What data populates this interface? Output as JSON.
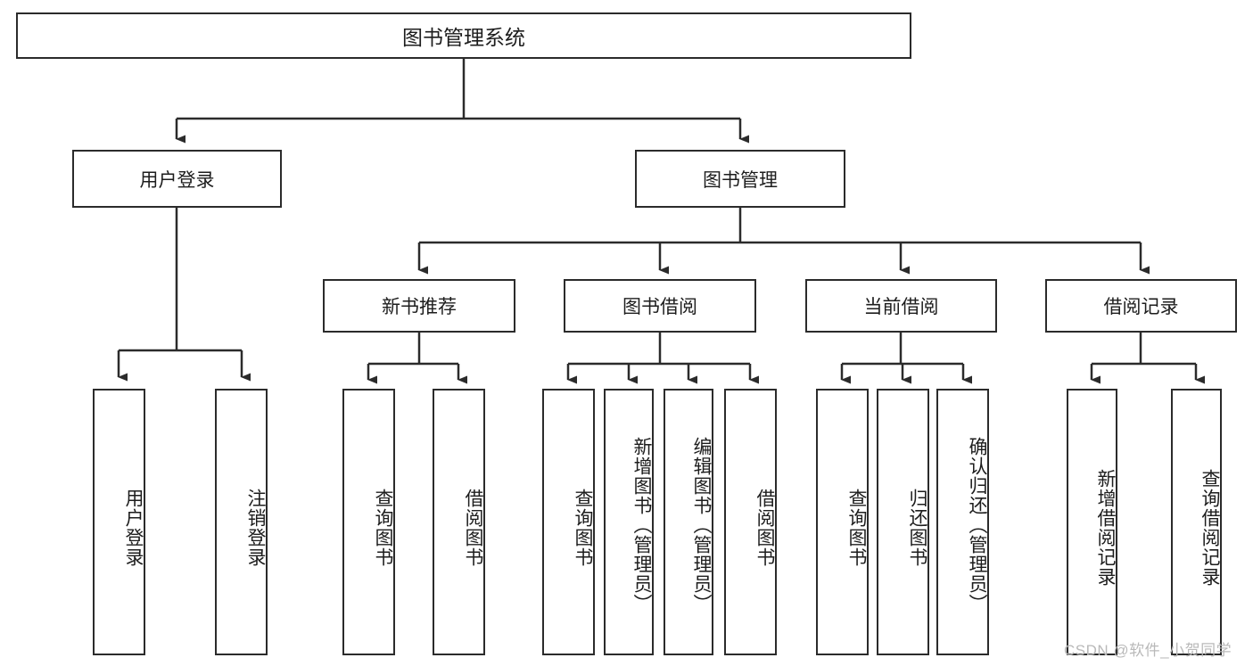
{
  "diagram": {
    "title_node": {
      "label": "图书管理系统"
    },
    "level1": [
      {
        "id": "user-login",
        "label": "用户登录"
      },
      {
        "id": "book-management",
        "label": "图书管理"
      }
    ],
    "level2": [
      {
        "id": "new-book-recommend",
        "label": "新书推荐"
      },
      {
        "id": "book-borrow",
        "label": "图书借阅"
      },
      {
        "id": "current-borrow",
        "label": "当前借阅"
      },
      {
        "id": "borrow-record",
        "label": "借阅记录"
      }
    ],
    "leaves": {
      "user_login": [
        {
          "id": "leaf-user-login",
          "label": "用户登录"
        },
        {
          "id": "leaf-logout-login",
          "label": "注销登录"
        }
      ],
      "new_book_recommend": [
        {
          "id": "leaf-query-book-1",
          "label": "查询图书"
        },
        {
          "id": "leaf-borrow-book-1",
          "label": "借阅图书"
        }
      ],
      "book_borrow": [
        {
          "id": "leaf-query-book-2",
          "label": "查询图书"
        },
        {
          "id": "leaf-add-book",
          "label": "新增图书（管理员）"
        },
        {
          "id": "leaf-edit-book",
          "label": "编辑图书（管理员）"
        },
        {
          "id": "leaf-borrow-book-2",
          "label": "借阅图书"
        }
      ],
      "current_borrow": [
        {
          "id": "leaf-query-book-3",
          "label": "查询图书"
        },
        {
          "id": "leaf-return-book",
          "label": "归还图书"
        },
        {
          "id": "leaf-confirm-return",
          "label": "确认归还（管理员）"
        }
      ],
      "borrow_record": [
        {
          "id": "leaf-add-record",
          "label": "新增借阅记录"
        },
        {
          "id": "leaf-query-record",
          "label": "查询借阅记录"
        }
      ]
    }
  },
  "watermark": {
    "text": "CSDN @软件_小贺同学"
  },
  "colors": {
    "border": "#2b2b2b",
    "background": "#ffffff",
    "text": "#1d1d1d",
    "watermark": "#b9b9b9"
  }
}
